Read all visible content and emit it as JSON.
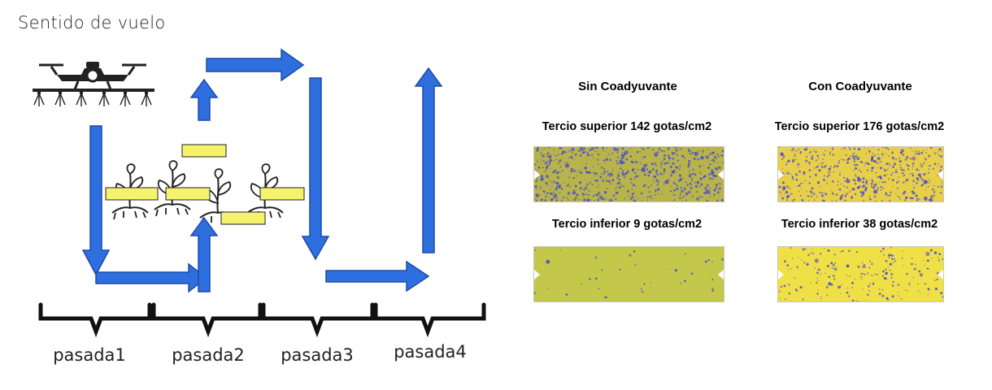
{
  "diagram": {
    "title": "Sentido de vuelo",
    "passes": [
      "pasada1",
      "pasada2",
      "pasada3",
      "pasada4"
    ]
  },
  "cards_panel": {
    "columns": [
      "Sin Coadyuvante",
      "Con Coadyuvante"
    ],
    "cards": [
      {
        "label": "Tercio superior 142 gotas/cm2",
        "color": "#b8b44a",
        "density": 0.75
      },
      {
        "label": "Tercio superior 176 gotas/cm2",
        "color": "#e8cf4a",
        "density": 0.55
      },
      {
        "label": "Tercio inferior 9 gotas/cm2",
        "color": "#c3c84a",
        "density": 0.04
      },
      {
        "label": "Tercio inferior 38 gotas/cm2",
        "color": "#efe046",
        "density": 0.22
      }
    ]
  },
  "colors": {
    "arrow": "#2e6fe0",
    "arrow_stroke": "#1f4aa8",
    "sample_box": "#f5f26b",
    "droplet": "#4a4bd0"
  }
}
